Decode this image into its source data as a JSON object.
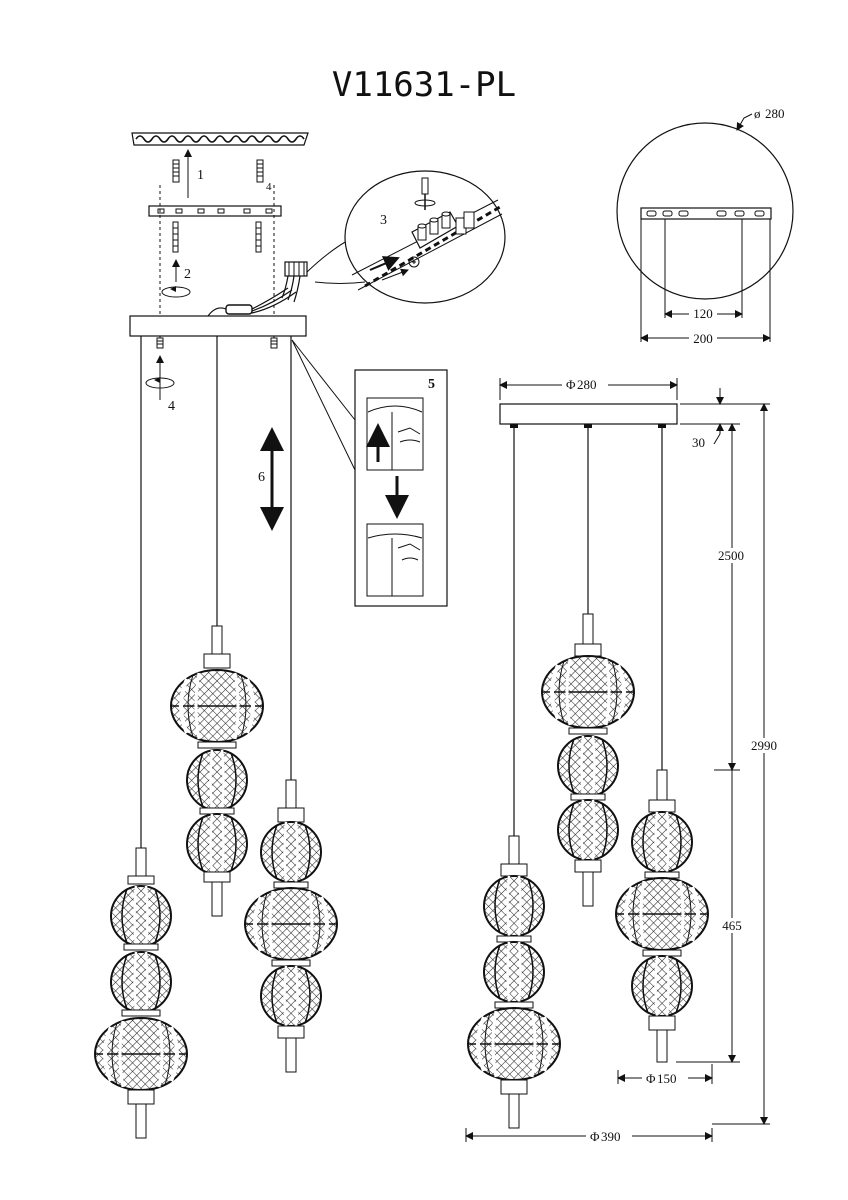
{
  "title": "V11631-PL",
  "steps": [
    "1",
    "2",
    "3",
    "4",
    "4",
    "5",
    "6"
  ],
  "dims": {
    "canopy_diameter_top": "280",
    "plate_hole_spacing": "120",
    "plate_length": "200",
    "canopy_diameter_side": "280",
    "canopy_height": "30",
    "cable_length": "2500",
    "total_height": "2990",
    "lamp_height": "465",
    "lamp_diameter": "150",
    "overall_diameter": "390"
  },
  "symbols": {
    "diameter": "Φ",
    "diameter_alt": "ø"
  },
  "icons": [
    "arrow-up-icon",
    "arrow-down-icon",
    "rotate-icon",
    "double-arrow-icon",
    "screw-icon",
    "terminal-block-icon"
  ]
}
